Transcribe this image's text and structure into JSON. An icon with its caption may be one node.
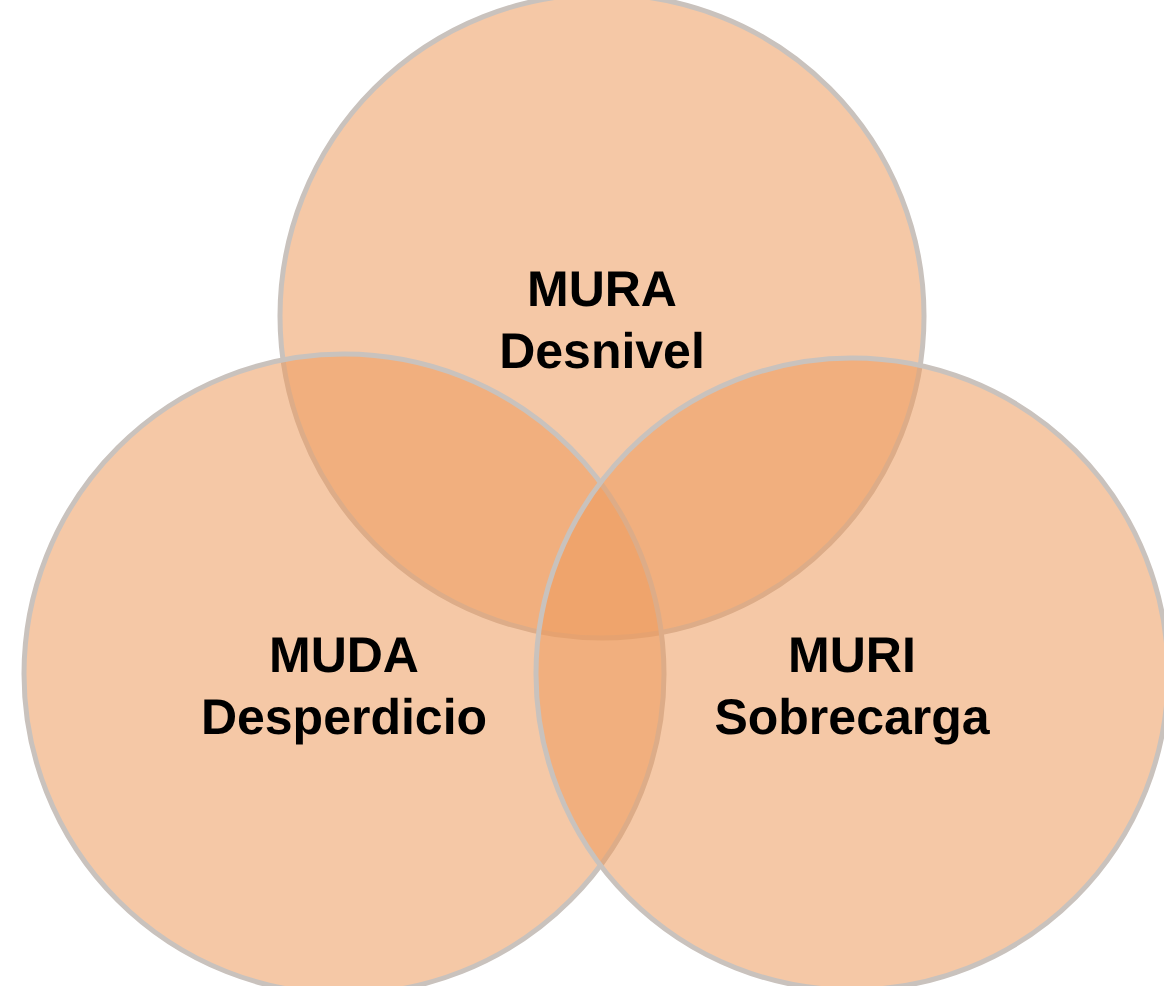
{
  "diagram": {
    "nodes": [
      {
        "text": [
          "MURA",
          "Desnivel"
        ]
      },
      {
        "text": [
          "MUDA",
          "Desperdicio"
        ]
      },
      {
        "text": [
          "MURI",
          "Sobrecarga"
        ]
      }
    ]
  }
}
